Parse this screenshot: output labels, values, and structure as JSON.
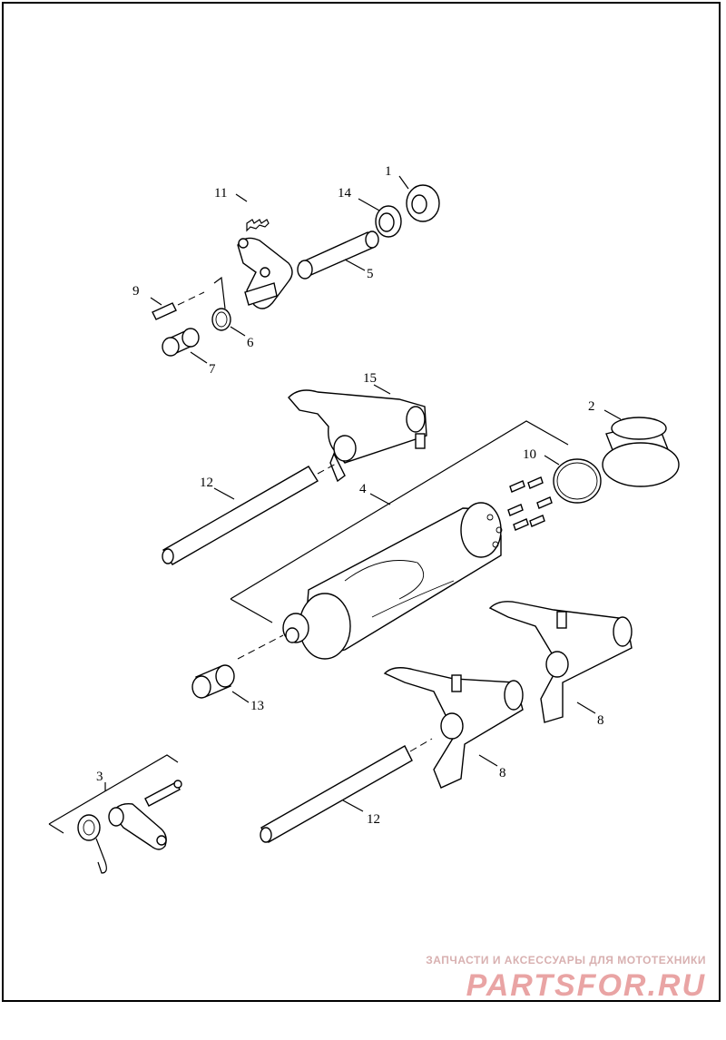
{
  "diagram": {
    "callouts": {
      "c1": "1",
      "c2": "2",
      "c3": "3",
      "c4": "4",
      "c5": "5",
      "c6": "6",
      "c7": "7",
      "c8a": "8",
      "c8b": "8",
      "c9": "9",
      "c10": "10",
      "c11": "11",
      "c12a": "12",
      "c12b": "12",
      "c13": "13",
      "c14": "14",
      "c15": "15"
    }
  },
  "watermark": {
    "tagline": "ЗАПЧАСТИ И АКСЕССУАРЫ ДЛЯ МОТОТЕХНИКИ",
    "brand": "PARTSFOR.RU"
  }
}
